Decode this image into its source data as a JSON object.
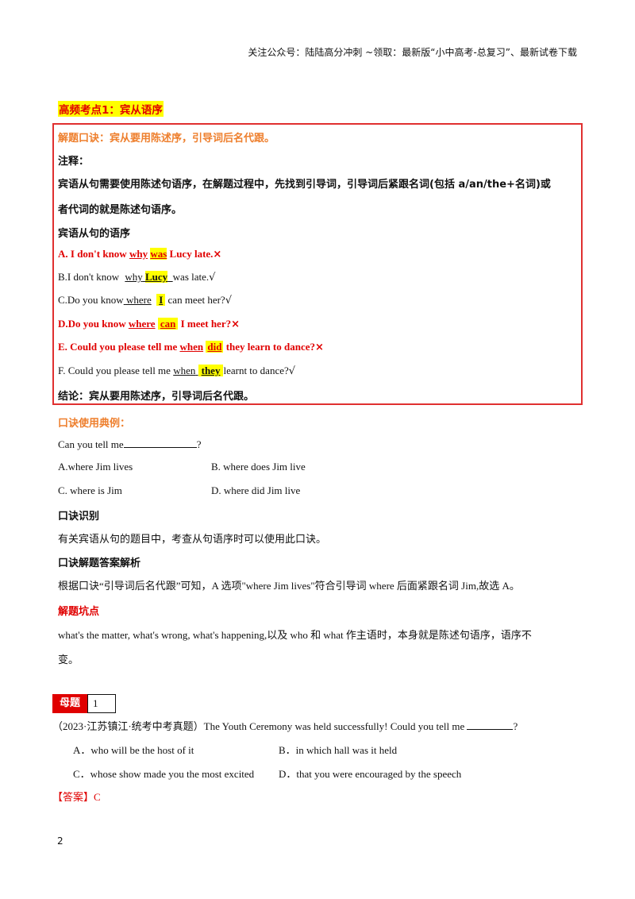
{
  "header": {
    "text": "关注公众号：陆陆高分冲刺  ~领取：最新版“小中高考-总复习”、最新试卷下载"
  },
  "section_title": "高频考点1：宾从语序",
  "box": {
    "koujue": "解题口诀：宾从要用陈述序，引导词后名代跟。",
    "note_label": "注释：",
    "note_line1": "宾语从句需要使用陈述句语序，在解题过程中，先找到引导词，引导词后紧跟名词(包括 a/an/the+名词)或",
    "note_line2": "者代词的就是陈述句语序。",
    "order_label": "宾语从句的语序",
    "examples": {
      "a": {
        "pre": "A. I don't know ",
        "w1": "why",
        "w2": "was",
        "post": " Lucy late.",
        "mark": "×"
      },
      "b": {
        "pre": "B.I don't know ",
        "w1": "why",
        "w2": "Lucy",
        "post": "was late.",
        "mark": "√"
      },
      "c": {
        "pre": "C.Do you know",
        "w1": "where",
        "w2": "I",
        "post": "can meet her?",
        "mark": "√"
      },
      "d": {
        "pre": "D.Do you know ",
        "w1": "where",
        "w2": "can",
        "post": " I meet her?",
        "mark": "×"
      },
      "e": {
        "pre": "E. Could you please tell me ",
        "w1": "when",
        "w2": "did",
        "post": " they learn to dance?",
        "mark": "×"
      },
      "f": {
        "pre": "F. Could you please tell me ",
        "w1": "when",
        "w2": "they",
        "post": "learnt to dance?",
        "mark": "√"
      }
    },
    "conclusion": "结论：宾从要用陈述序，引导词后名代跟。"
  },
  "usage": {
    "label": "口诀使用典例：",
    "question_pre": "Can you tell me",
    "question_post": "?",
    "options": {
      "a": "A.where Jim lives",
      "b": "B. where does Jim live",
      "c": "C. where is Jim",
      "d": "D. where did Jim live"
    }
  },
  "identify": {
    "label": "口诀识别",
    "text": "有关宾语从句的题目中，考查从句语序时可以使用此口诀。"
  },
  "analysis": {
    "label": "口诀解题答案解析",
    "text": "根据口诀“引导词后名代跟”可知，A 选项\"where Jim lives\"符合引导词 where 后面紧跟名词 Jim,故选 A。"
  },
  "pitfall": {
    "label": "解题坑点",
    "line1": "what's the matter, what's wrong, what's happening,以及 who 和 what 作主语时，本身就是陈述句语序，语序不",
    "line2": "变。"
  },
  "mother_problem": {
    "label": "母题",
    "number": "1",
    "question_pre": "（2023·江苏镇江·统考中考真题）The Youth Ceremony was held successfully! Could you tell me ",
    "question_post": "?",
    "options": {
      "a": "A．who will be the host of it",
      "b": "B．in which hall was it held",
      "c": "C．whose show made you the most excited",
      "d": "D．that you were encouraged by the speech"
    },
    "answer_label": "【答案】",
    "answer": "C"
  },
  "page_number": "2"
}
